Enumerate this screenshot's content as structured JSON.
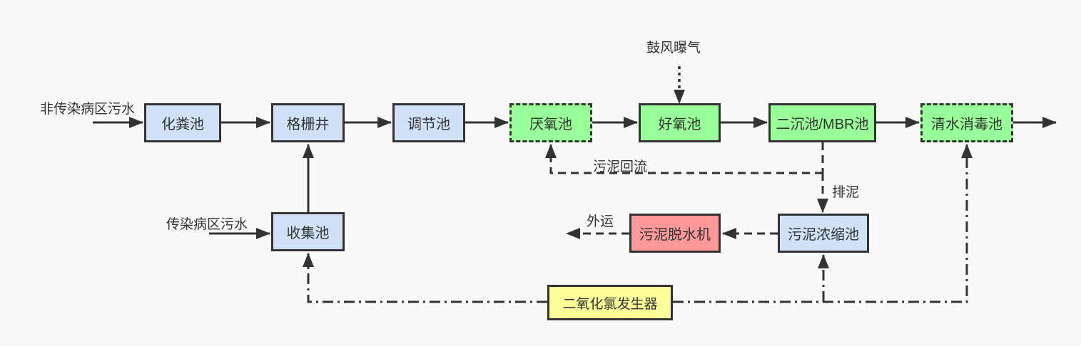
{
  "diagram": {
    "type": "flowchart",
    "subject": "hospital wastewater treatment process",
    "nodes": {
      "septic_tank": {
        "label": "化粪池",
        "fill": "#cfe2f7",
        "border": "solid"
      },
      "grid_well": {
        "label": "格栅井",
        "fill": "#cfe2f7",
        "border": "solid"
      },
      "regulating_tank": {
        "label": "调节池",
        "fill": "#cfe2f7",
        "border": "solid"
      },
      "anaerobic_tank": {
        "label": "厌氧池",
        "fill": "#99ff99",
        "border": "dashed"
      },
      "aerobic_tank": {
        "label": "好氧池",
        "fill": "#99ff99",
        "border": "solid"
      },
      "secondary_mbr_tank": {
        "label": "二沉池/MBR池",
        "fill": "#99ff99",
        "border": "solid"
      },
      "clean_water_disinfection_tank": {
        "label": "清水消毒池",
        "fill": "#99ff99",
        "border": "dashed"
      },
      "collection_tank": {
        "label": "收集池",
        "fill": "#cfe2f7",
        "border": "solid"
      },
      "sludge_dewatering_machine": {
        "label": "污泥脱水机",
        "fill": "#ff9999",
        "border": "solid"
      },
      "sludge_thickening_tank": {
        "label": "污泥浓缩池",
        "fill": "#cfe2f7",
        "border": "solid"
      },
      "chlorine_dioxide_generator": {
        "label": "二氧化氯发生器",
        "fill": "#ffff99",
        "border": "solid"
      }
    },
    "flow_labels": {
      "non_infectious_inflow": "非传染病区污水",
      "infectious_inflow": "传染病区污水",
      "blower_aeration": "鼓风曝气",
      "sludge_return": "污泥回流",
      "sludge_discharge": "排泥",
      "outbound_transport": "外运"
    },
    "edges": [
      {
        "from": "non_infectious_inflow",
        "to": "septic_tank",
        "style": "solid"
      },
      {
        "from": "septic_tank",
        "to": "grid_well",
        "style": "solid"
      },
      {
        "from": "grid_well",
        "to": "regulating_tank",
        "style": "solid"
      },
      {
        "from": "regulating_tank",
        "to": "anaerobic_tank",
        "style": "solid"
      },
      {
        "from": "anaerobic_tank",
        "to": "aerobic_tank",
        "style": "solid"
      },
      {
        "from": "aerobic_tank",
        "to": "secondary_mbr_tank",
        "style": "solid"
      },
      {
        "from": "secondary_mbr_tank",
        "to": "clean_water_disinfection_tank",
        "style": "solid"
      },
      {
        "from": "clean_water_disinfection_tank",
        "to": "outlet",
        "style": "solid"
      },
      {
        "from": "infectious_inflow",
        "to": "collection_tank",
        "style": "solid"
      },
      {
        "from": "collection_tank",
        "to": "grid_well",
        "style": "solid"
      },
      {
        "from": "blower_aeration",
        "to": "aerobic_tank",
        "style": "dotted"
      },
      {
        "from": "secondary_mbr_tank",
        "to": "anaerobic_tank",
        "style": "dashed",
        "label": "污泥回流"
      },
      {
        "from": "secondary_mbr_tank",
        "to": "sludge_thickening_tank",
        "style": "dashed",
        "label": "排泥"
      },
      {
        "from": "sludge_thickening_tank",
        "to": "sludge_dewatering_machine",
        "style": "dashed"
      },
      {
        "from": "sludge_dewatering_machine",
        "to": "outbound_transport",
        "style": "dashed"
      },
      {
        "from": "chlorine_dioxide_generator",
        "to": "collection_tank",
        "style": "dash-dot"
      },
      {
        "from": "chlorine_dioxide_generator",
        "to": "sludge_thickening_tank",
        "style": "dash-dot"
      },
      {
        "from": "chlorine_dioxide_generator",
        "to": "clean_water_disinfection_tank",
        "style": "dash-dot"
      }
    ],
    "colors": {
      "background": "#f9f9f9",
      "line": "#333333",
      "text": "#333333",
      "blue_fill": "#cfe2f7",
      "green_fill": "#99ff99",
      "red_fill": "#ff9999",
      "yellow_fill": "#ffff99"
    }
  }
}
